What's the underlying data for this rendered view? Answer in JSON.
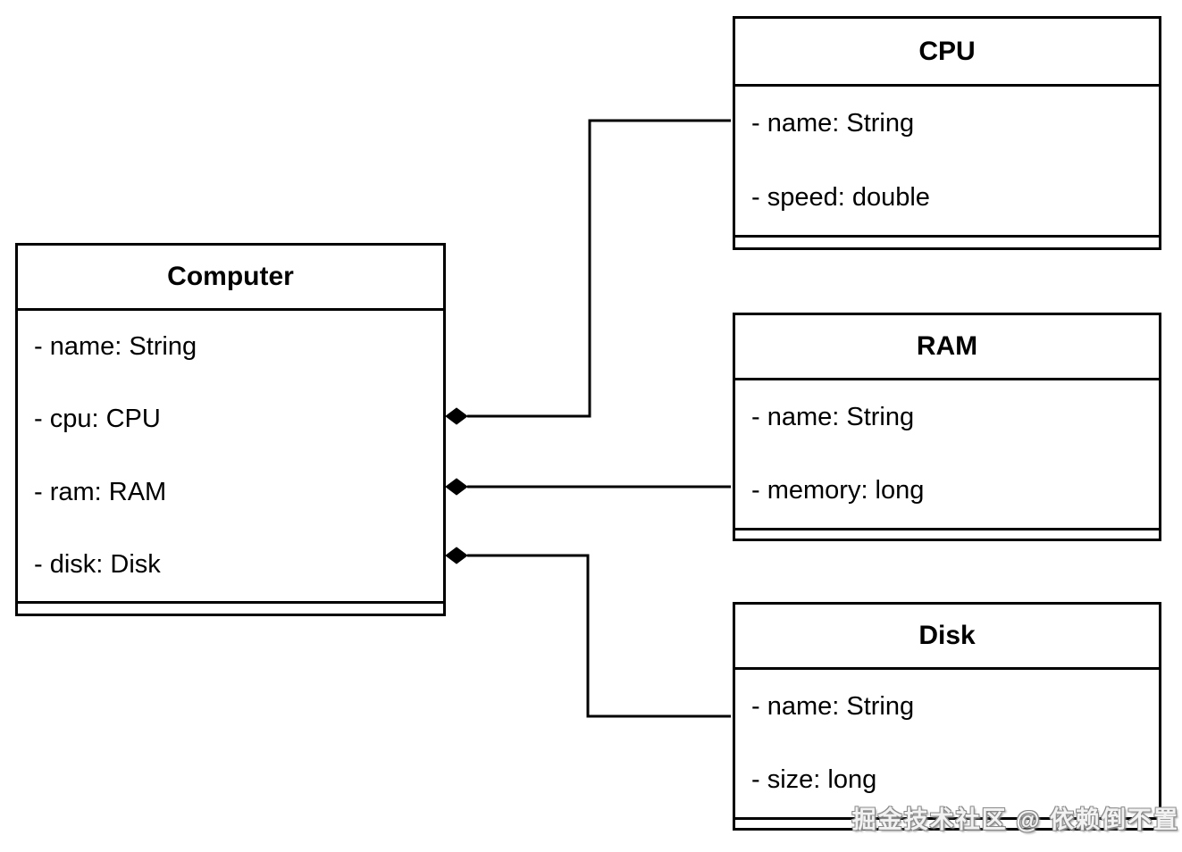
{
  "diagram": {
    "type": "uml-class-diagram",
    "colors": {
      "line": "#000000",
      "background": "#ffffff",
      "text": "#000000"
    },
    "classes": [
      {
        "id": "computer",
        "title": "Computer",
        "attributes": [
          "- name: String",
          "- cpu: CPU",
          "- ram: RAM",
          "- disk: Disk"
        ],
        "methods": []
      },
      {
        "id": "cpu",
        "title": "CPU",
        "attributes": [
          "- name: String",
          "- speed: double"
        ],
        "methods": []
      },
      {
        "id": "ram",
        "title": "RAM",
        "attributes": [
          "- name: String",
          "- memory: long"
        ],
        "methods": []
      },
      {
        "id": "disk",
        "title": "Disk",
        "attributes": [
          "- name: String",
          "- size: long"
        ],
        "methods": []
      }
    ],
    "relationships": [
      {
        "from": "Computer",
        "to": "CPU",
        "type": "composition"
      },
      {
        "from": "Computer",
        "to": "RAM",
        "type": "composition"
      },
      {
        "from": "Computer",
        "to": "Disk",
        "type": "composition"
      }
    ]
  },
  "watermark": {
    "text": "掘金技术社区 @ 依赖倒不置"
  }
}
